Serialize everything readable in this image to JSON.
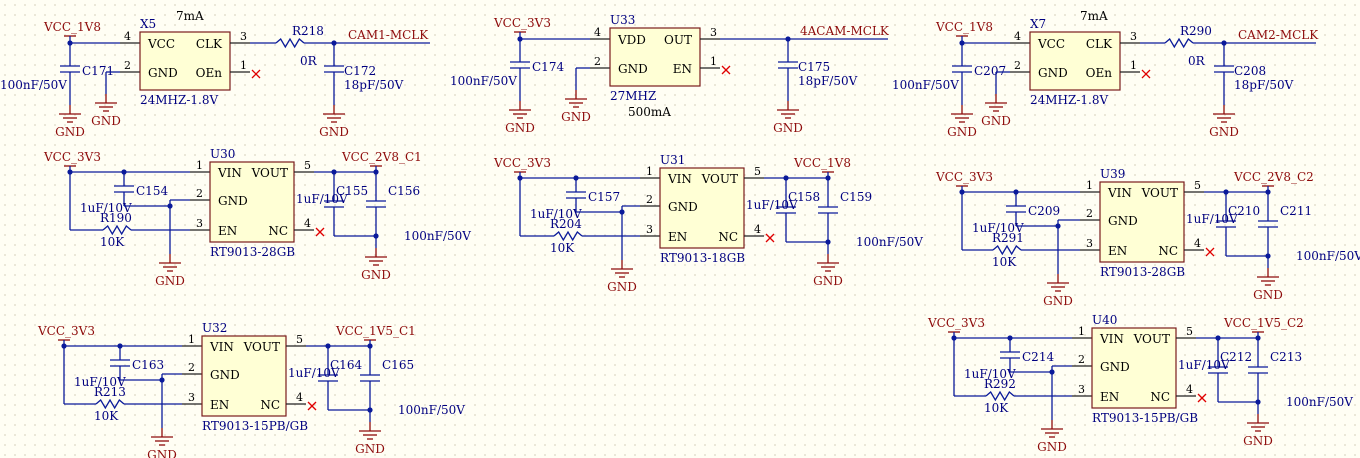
{
  "colors": {
    "wire": "#0a1a9a",
    "net_label": "#8e0b0b",
    "component_body": "#ffffd5",
    "no_connect": "#e00000"
  },
  "gnd": "GND",
  "blocks": {
    "x5": {
      "ref": "X5",
      "value": "24MHZ-1.8V",
      "current": "7mA",
      "vcc_net": "VCC_1V8",
      "out_net": "CAM1-MCLK",
      "r_ref": "R218",
      "r_val": "0R",
      "cin_ref": "C171",
      "cin_val": "100nF/50V",
      "cout_ref": "C172",
      "cout_val": "18pF/50V",
      "pins": [
        "VCC",
        "GND",
        "CLK",
        "OEn"
      ],
      "pnums": [
        "4",
        "2",
        "3",
        "1"
      ]
    },
    "u33": {
      "ref": "U33",
      "value": "27MHZ",
      "current": "500mA",
      "vcc_net": "VCC_3V3",
      "out_net": "4ACAM-MCLK",
      "cin_ref": "C174",
      "cin_val": "100nF/50V",
      "cout_ref": "C175",
      "cout_val": "18pF/50V",
      "pins": [
        "VDD",
        "GND",
        "OUT",
        "EN"
      ],
      "pnums": [
        "4",
        "2",
        "3",
        "1"
      ]
    },
    "x7": {
      "ref": "X7",
      "value": "24MHZ-1.8V",
      "current": "7mA",
      "vcc_net": "VCC_1V8",
      "out_net": "CAM2-MCLK",
      "r_ref": "R290",
      "r_val": "0R",
      "cin_ref": "C207",
      "cin_val": "100nF/50V",
      "cout_ref": "C208",
      "cout_val": "18pF/50V",
      "pins": [
        "VCC",
        "GND",
        "CLK",
        "OEn"
      ],
      "pnums": [
        "4",
        "2",
        "3",
        "1"
      ]
    },
    "u30": {
      "ref": "U30",
      "value": "RT9013-28GB",
      "vin_net": "VCC_3V3",
      "vout_net": "VCC_2V8_C1",
      "c1_ref": "C154",
      "c1_val": "1uF/10V",
      "r_ref": "R190",
      "r_val": "10K",
      "c2_ref": "C155",
      "c2_val": "1uF/10V",
      "c3_ref": "C156",
      "c3_val": "100nF/50V",
      "pins": [
        "VIN",
        "VOUT",
        "GND",
        "EN",
        "NC"
      ],
      "pnums": [
        "1",
        "5",
        "2",
        "3",
        "4"
      ]
    },
    "u31": {
      "ref": "U31",
      "value": "RT9013-18GB",
      "vin_net": "VCC_3V3",
      "vout_net": "VCC_1V8",
      "c1_ref": "C157",
      "c1_val": "1uF/10V",
      "r_ref": "R204",
      "r_val": "10K",
      "c2_ref": "C158",
      "c2_val": "1uF/10V",
      "c3_ref": "C159",
      "c3_val": "100nF/50V",
      "pins": [
        "VIN",
        "VOUT",
        "GND",
        "EN",
        "NC"
      ],
      "pnums": [
        "1",
        "5",
        "2",
        "3",
        "4"
      ]
    },
    "u39": {
      "ref": "U39",
      "value": "RT9013-28GB",
      "vin_net": "VCC_3V3",
      "vout_net": "VCC_2V8_C2",
      "c1_ref": "C209",
      "c1_val": "1uF/10V",
      "r_ref": "R291",
      "r_val": "10K",
      "c2_ref": "C210",
      "c2_val": "1uF/10V",
      "c3_ref": "C211",
      "c3_val": "100nF/50V",
      "pins": [
        "VIN",
        "VOUT",
        "GND",
        "EN",
        "NC"
      ],
      "pnums": [
        "1",
        "5",
        "2",
        "3",
        "4"
      ]
    },
    "u32": {
      "ref": "U32",
      "value": "RT9013-15PB/GB",
      "vin_net": "VCC_3V3",
      "vout_net": "VCC_1V5_C1",
      "c1_ref": "C163",
      "c1_val": "1uF/10V",
      "r_ref": "R213",
      "r_val": "10K",
      "c2_ref": "C164",
      "c2_val": "1uF/10V",
      "c3_ref": "C165",
      "c3_val": "100nF/50V",
      "pins": [
        "VIN",
        "VOUT",
        "GND",
        "EN",
        "NC"
      ],
      "pnums": [
        "1",
        "5",
        "2",
        "3",
        "4"
      ]
    },
    "u40": {
      "ref": "U40",
      "value": "RT9013-15PB/GB",
      "vin_net": "VCC_3V3",
      "vout_net": "VCC_1V5_C2",
      "c1_ref": "C214",
      "c1_val": "1uF/10V",
      "r_ref": "R292",
      "r_val": "10K",
      "c2_ref": "C212",
      "c2_val": "1uF/10V",
      "c3_ref": "C213",
      "c3_val": "100nF/50V",
      "pins": [
        "VIN",
        "VOUT",
        "GND",
        "EN",
        "NC"
      ],
      "pnums": [
        "1",
        "5",
        "2",
        "3",
        "4"
      ]
    }
  }
}
